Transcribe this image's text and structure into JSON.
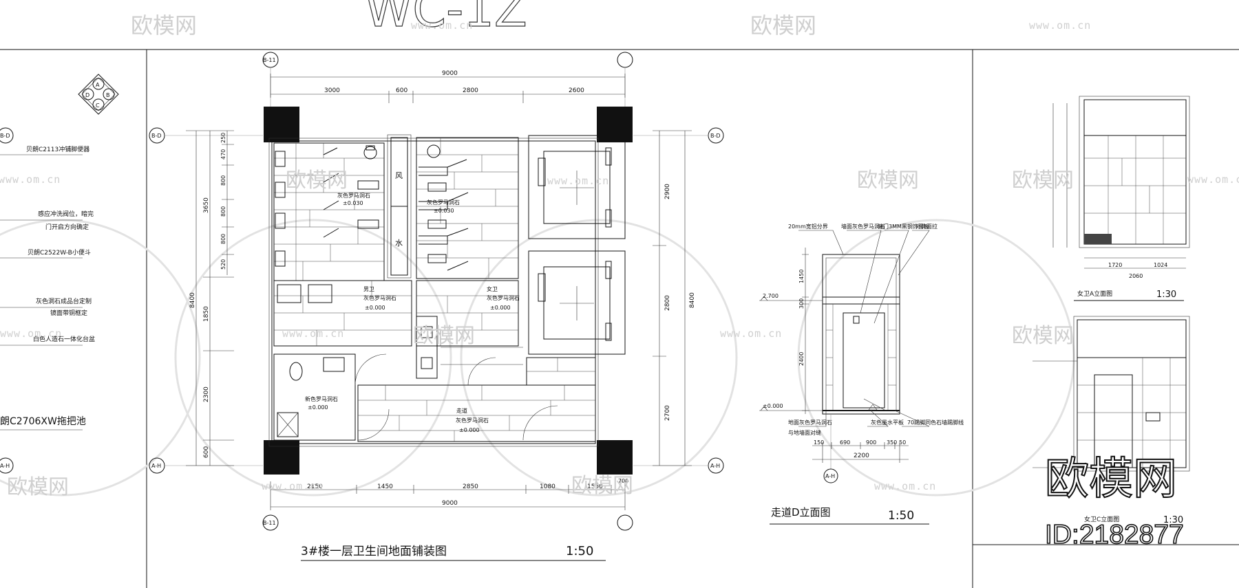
{
  "header_partial": "WC-1Z",
  "watermark": {
    "brand": "欧模网",
    "url": "www.om.cn"
  },
  "axes": {
    "b11": "B-11",
    "bd": "B-D",
    "ah": "A-H",
    "a": "A",
    "b": "B",
    "c": "C",
    "d": "D"
  },
  "plan": {
    "title": "3#楼一层卫生间地面铺装图",
    "scale": "1:50",
    "dims_top": {
      "total": "9000",
      "segments": [
        "3000",
        "600",
        "2800",
        "2600"
      ]
    },
    "dims_bottom": {
      "total": "9000",
      "segments": [
        "2150",
        "1450",
        "2850",
        "1080",
        "1550",
        "700"
      ]
    },
    "dims_left": {
      "total": "8400",
      "upper": "3650",
      "middle": "1850",
      "lower": "2300",
      "bottom": "600",
      "seg": [
        "250",
        "470",
        "800",
        "800",
        "800",
        "520"
      ]
    },
    "dims_right": {
      "total": "8400",
      "segments": [
        "2900",
        "2800",
        "2700"
      ]
    },
    "room_labels": [
      {
        "name": "灰色罗马洞石",
        "level": "±0.030"
      },
      {
        "name": "灰色罗马洞石",
        "level": "±0.030"
      },
      {
        "name": "男卫",
        "material": "灰色罗马洞石",
        "level": "±0.000"
      },
      {
        "name": "女卫",
        "material": "灰色罗马洞石",
        "level": "±0.000"
      },
      {
        "name": "新色罗马洞石",
        "level": "±0.000"
      },
      {
        "name": "走道",
        "material": "灰色罗马洞石",
        "level": "±0.000"
      }
    ],
    "shaft_labels": [
      "风",
      "水"
    ]
  },
  "left_notes": [
    "贝朗C2113冲铺脚便器",
    "感应冲洗阀位，暗完",
    "门开启方向确定",
    "贝朗C2522W-B小便斗",
    "灰色洞石成品台定制",
    "镜面带铜框定",
    "白色人造石一体化台盆",
    "朗C2706XW拖把池"
  ],
  "elev_d": {
    "title": "走道D立面图",
    "scale": "1:50",
    "notes_top": [
      "20mm宽铝分界",
      "墙面灰色罗马洞石",
      "暗门3MM黑钢饰面板",
      "外饰面拉"
    ],
    "notes_bottom": [
      "地面灰色罗马洞石",
      "与地墙面对缝",
      "灰色墨水平板",
      "70踢脚同色石墙踢脚线"
    ],
    "levels": [
      "2.700",
      "±0.000"
    ],
    "dims_v": [
      "1450",
      "300",
      "2400"
    ],
    "dims_h": [
      "150",
      "690",
      "900",
      "350",
      "50"
    ],
    "total": "2200"
  },
  "elev_a": {
    "title": "女卫A立面图",
    "scale": "1:30",
    "dims": [
      "1720",
      "1024",
      "2060"
    ]
  },
  "elev_c": {
    "title": "女卫C立面图",
    "scale": "1:30"
  },
  "logo": {
    "brand": "欧模网",
    "id": "ID:2182877"
  }
}
